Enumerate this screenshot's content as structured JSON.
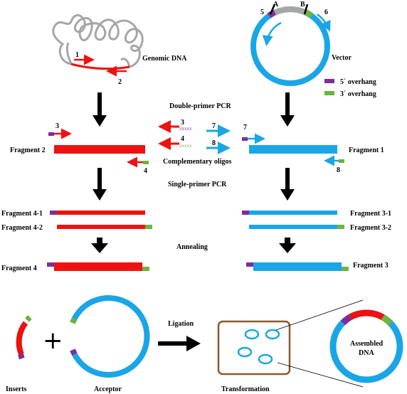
{
  "labels": {
    "genomic_dna": "Genomic DNA",
    "vector": "Vector",
    "overhang5": "5´ overhang",
    "overhang3": "3´ overhang",
    "double_primer_pcr": "Double-primer PCR",
    "complementary_oligos": "Complementary oligos",
    "single_primer_pcr": "Single-primer PCR",
    "annealing": "Annealing",
    "fragment2": "Fragment 2",
    "fragment1": "Fragment 1",
    "fragment4_1": "Fragment 4-1",
    "fragment4_2": "Fragment 4-2",
    "fragment4": "Fragment 4",
    "fragment3_1": "Fragment 3-1",
    "fragment3_2": "Fragment 3-2",
    "fragment3": "Fragment 3",
    "ligation": "Ligation",
    "inserts": "Inserts",
    "acceptor": "Acceptor",
    "transformation": "Transformation",
    "assembled_line1": "Assembled",
    "assembled_line2": "DNA",
    "plus": "+"
  },
  "primer_numbers": {
    "p1": "1",
    "p2": "2",
    "p3": "3",
    "p4": "4",
    "p5": "5",
    "p6": "6",
    "p7": "7",
    "p8": "8",
    "site_a": "A",
    "site_b": "B"
  },
  "oligo_marks": {
    "upper": "xxxxx",
    "lower": "xxxxx"
  },
  "colors": {
    "red": "#ee1111",
    "blue": "#1aa6e6",
    "purple": "#7b2e9a",
    "green": "#6db33f",
    "gray": "#a6a6a6",
    "brown": "#8a5a2b",
    "black": "#000000"
  }
}
